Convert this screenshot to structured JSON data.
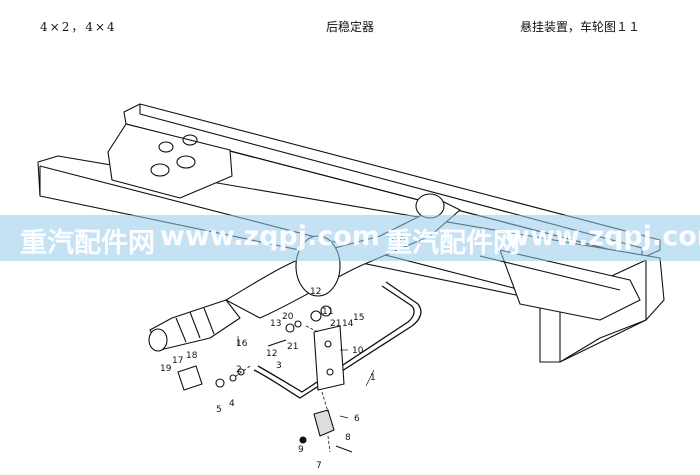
{
  "header": {
    "left": "4×2，4×4",
    "center": "后稳定器",
    "right": "悬挂装置，车轮图１１"
  },
  "watermark": {
    "brand": "重汽配件网",
    "url": "www.zqpj.com"
  },
  "callouts": [
    "1",
    "2",
    "3",
    "4",
    "5",
    "6",
    "7",
    "8",
    "9",
    "10",
    "11",
    "12",
    "12",
    "13",
    "14",
    "15",
    "16",
    "16",
    "17",
    "18",
    "19",
    "20",
    "21",
    "21"
  ]
}
